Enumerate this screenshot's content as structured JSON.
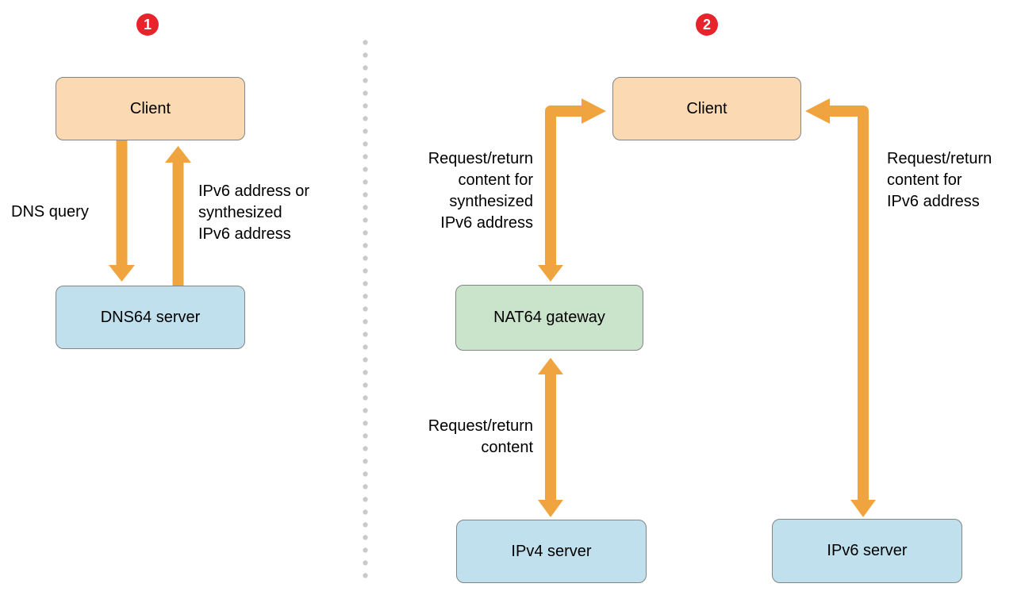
{
  "colors": {
    "arrow_orange": "#F0A43F",
    "badge_red": "#E8232B",
    "client_fill": "#FBD9B2",
    "server_fill": "#BFE0EC",
    "gateway_fill": "#CAE4CB",
    "box_border": "#848484",
    "divider_dot": "#C9C9C9"
  },
  "step1": {
    "badge": "1",
    "client": "Client",
    "dns64": "DNS64 server",
    "dns_query": "DNS query",
    "ipv6_or": [
      "IPv6 address or",
      "synthesized",
      "IPv6 address"
    ]
  },
  "step2": {
    "badge": "2",
    "client": "Client",
    "nat64": "NAT64 gateway",
    "ipv4": "IPv4 server",
    "ipv6": "IPv6 server",
    "request_synth": [
      "Request/return",
      "content for",
      "synthesized",
      "IPv6 address"
    ],
    "request_content": [
      "Request/return",
      "content"
    ],
    "request_ipv6": [
      "Request/return",
      "content for",
      "IPv6 address"
    ]
  }
}
